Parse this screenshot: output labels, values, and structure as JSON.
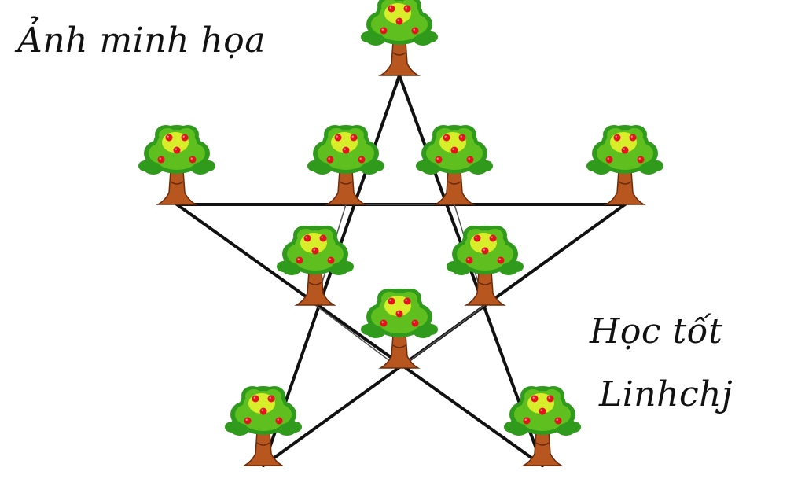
{
  "title": "Ảnh minh họa",
  "caption": {
    "line1": "Học tốt",
    "line2": "Linhchj"
  },
  "colors": {
    "line": "#111111",
    "thin_line": "#555555",
    "foliage_dark": "#2f9a1c",
    "foliage_mid": "#5fbf1f",
    "foliage_light": "#d8ee2a",
    "trunk": "#b8561f",
    "trunk_dark": "#6b2c0c",
    "apple": "#e3141b"
  },
  "diagram": {
    "description_icon": "apple-tree-icon",
    "tree_count": 10
  }
}
